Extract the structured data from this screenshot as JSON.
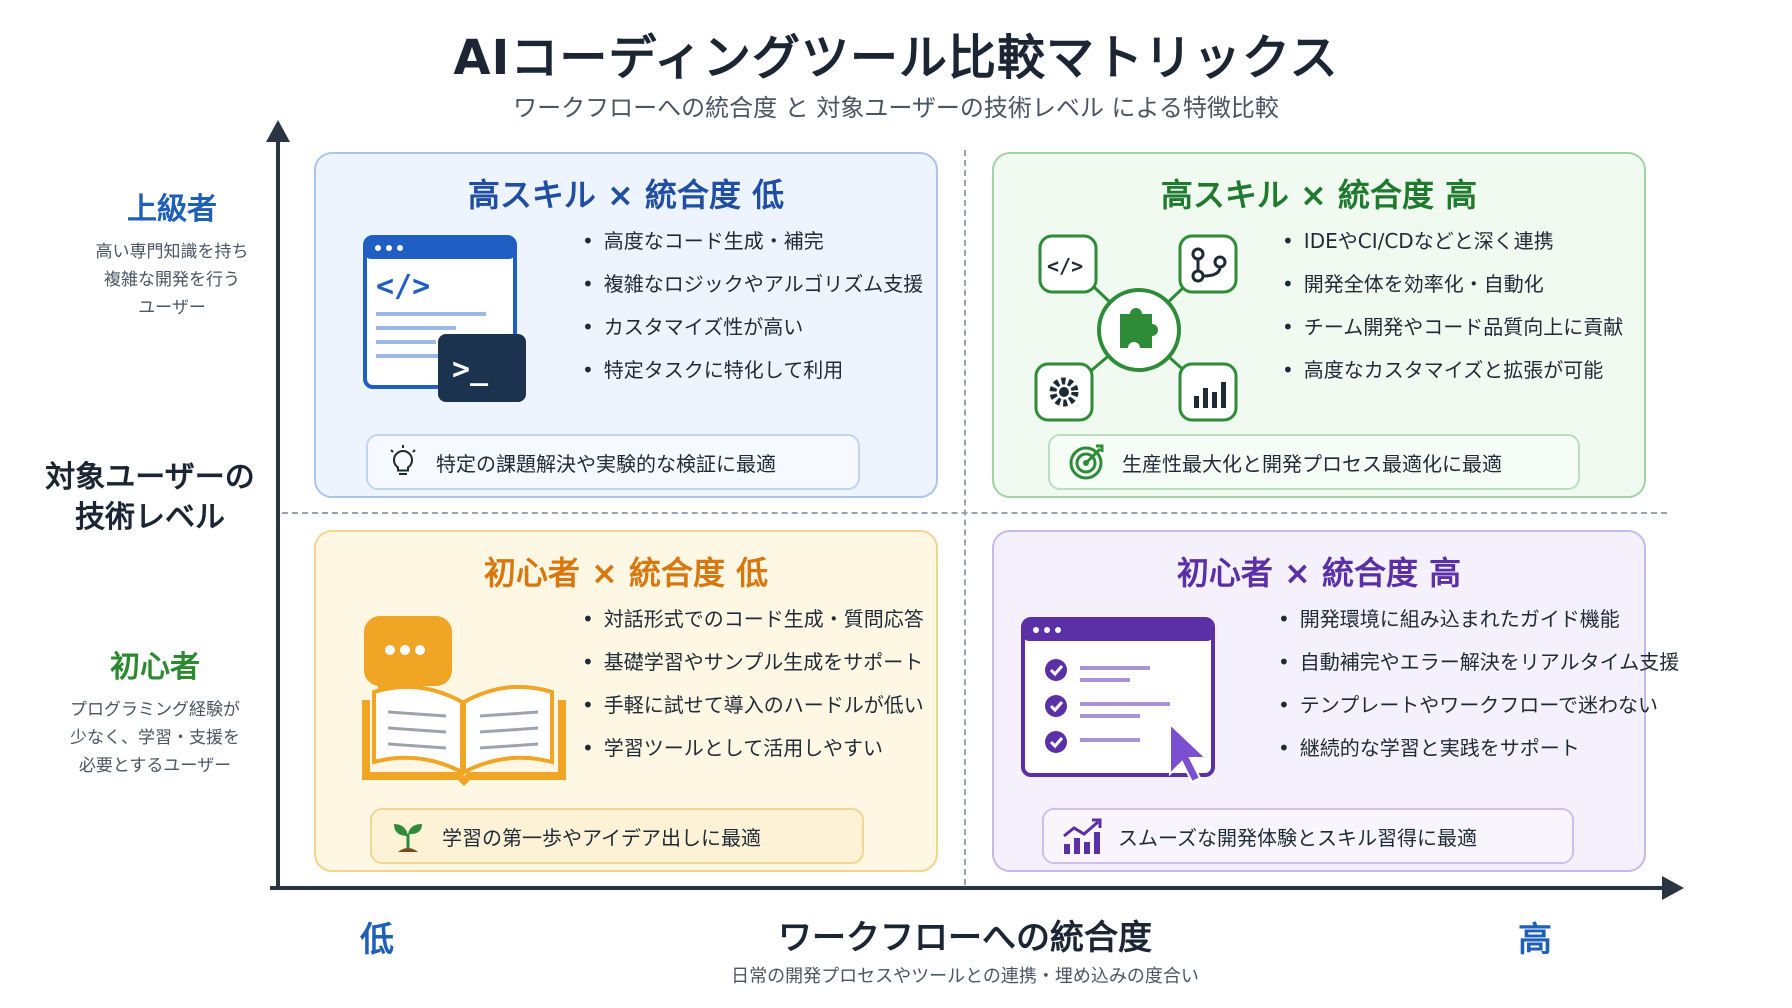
{
  "title": "AIコーディングツール比較マトリックス",
  "subtitle": "ワークフローへの統合度 と 対象ユーザーの技術レベル による特徴比較",
  "y_axis": {
    "top_level": "上級者",
    "top_desc_lines": [
      "高い専門知識を持ち",
      "複雑な開発を行う",
      "ユーザー"
    ],
    "title_lines": [
      "対象ユーザーの",
      "技術レベル"
    ],
    "bottom_level": "初心者",
    "bottom_desc_lines": [
      "プログラミング経験が",
      "少なく、学習・支援を",
      "必要とするユーザー"
    ]
  },
  "x_axis": {
    "low": "低",
    "high": "高",
    "title": "ワークフローへの統合度",
    "desc": "日常の開発プロセスやツールとの連携・埋め込みの度合い"
  },
  "quadrants": {
    "top_left": {
      "title": "高スキル × 統合度 低",
      "bullets": [
        "高度なコード生成・補完",
        "複雑なロジックやアルゴリズム支援",
        "カスタマイズ性が高い",
        "特定タスクに特化して利用"
      ],
      "callout": "特定の課題解決や実験的な検証に最適",
      "icon": "lightbulb-icon",
      "color": "#1f4ea3"
    },
    "top_right": {
      "title": "高スキル × 統合度 高",
      "bullets": [
        "IDEやCI/CDなどと深く連携",
        "開発全体を効率化・自動化",
        "チーム開発やコード品質向上に貢献",
        "高度なカスタマイズと拡張が可能"
      ],
      "callout": "生産性最大化と開発プロセス最適化に最適",
      "icon": "target-icon",
      "color": "#1f7a2e"
    },
    "bottom_left": {
      "title": "初心者 × 統合度 低",
      "bullets": [
        "対話形式でのコード生成・質問応答",
        "基礎学習やサンプル生成をサポート",
        "手軽に試せて導入のハードルが低い",
        "学習ツールとして活用しやすい"
      ],
      "callout": "学習の第一歩やアイデア出しに最適",
      "icon": "sprout-icon",
      "color": "#d9770f"
    },
    "bottom_right": {
      "title": "初心者 × 統合度 高",
      "bullets": [
        "開発環境に組み込まれたガイド機能",
        "自動補完やエラー解決をリアルタイム支援",
        "テンプレートやワークフローで迷わない",
        "継続的な学習と実践をサポート"
      ],
      "callout": "スムーズな開発体験とスキル習得に最適",
      "icon": "growth-chart-icon",
      "color": "#5b2fa6"
    }
  }
}
